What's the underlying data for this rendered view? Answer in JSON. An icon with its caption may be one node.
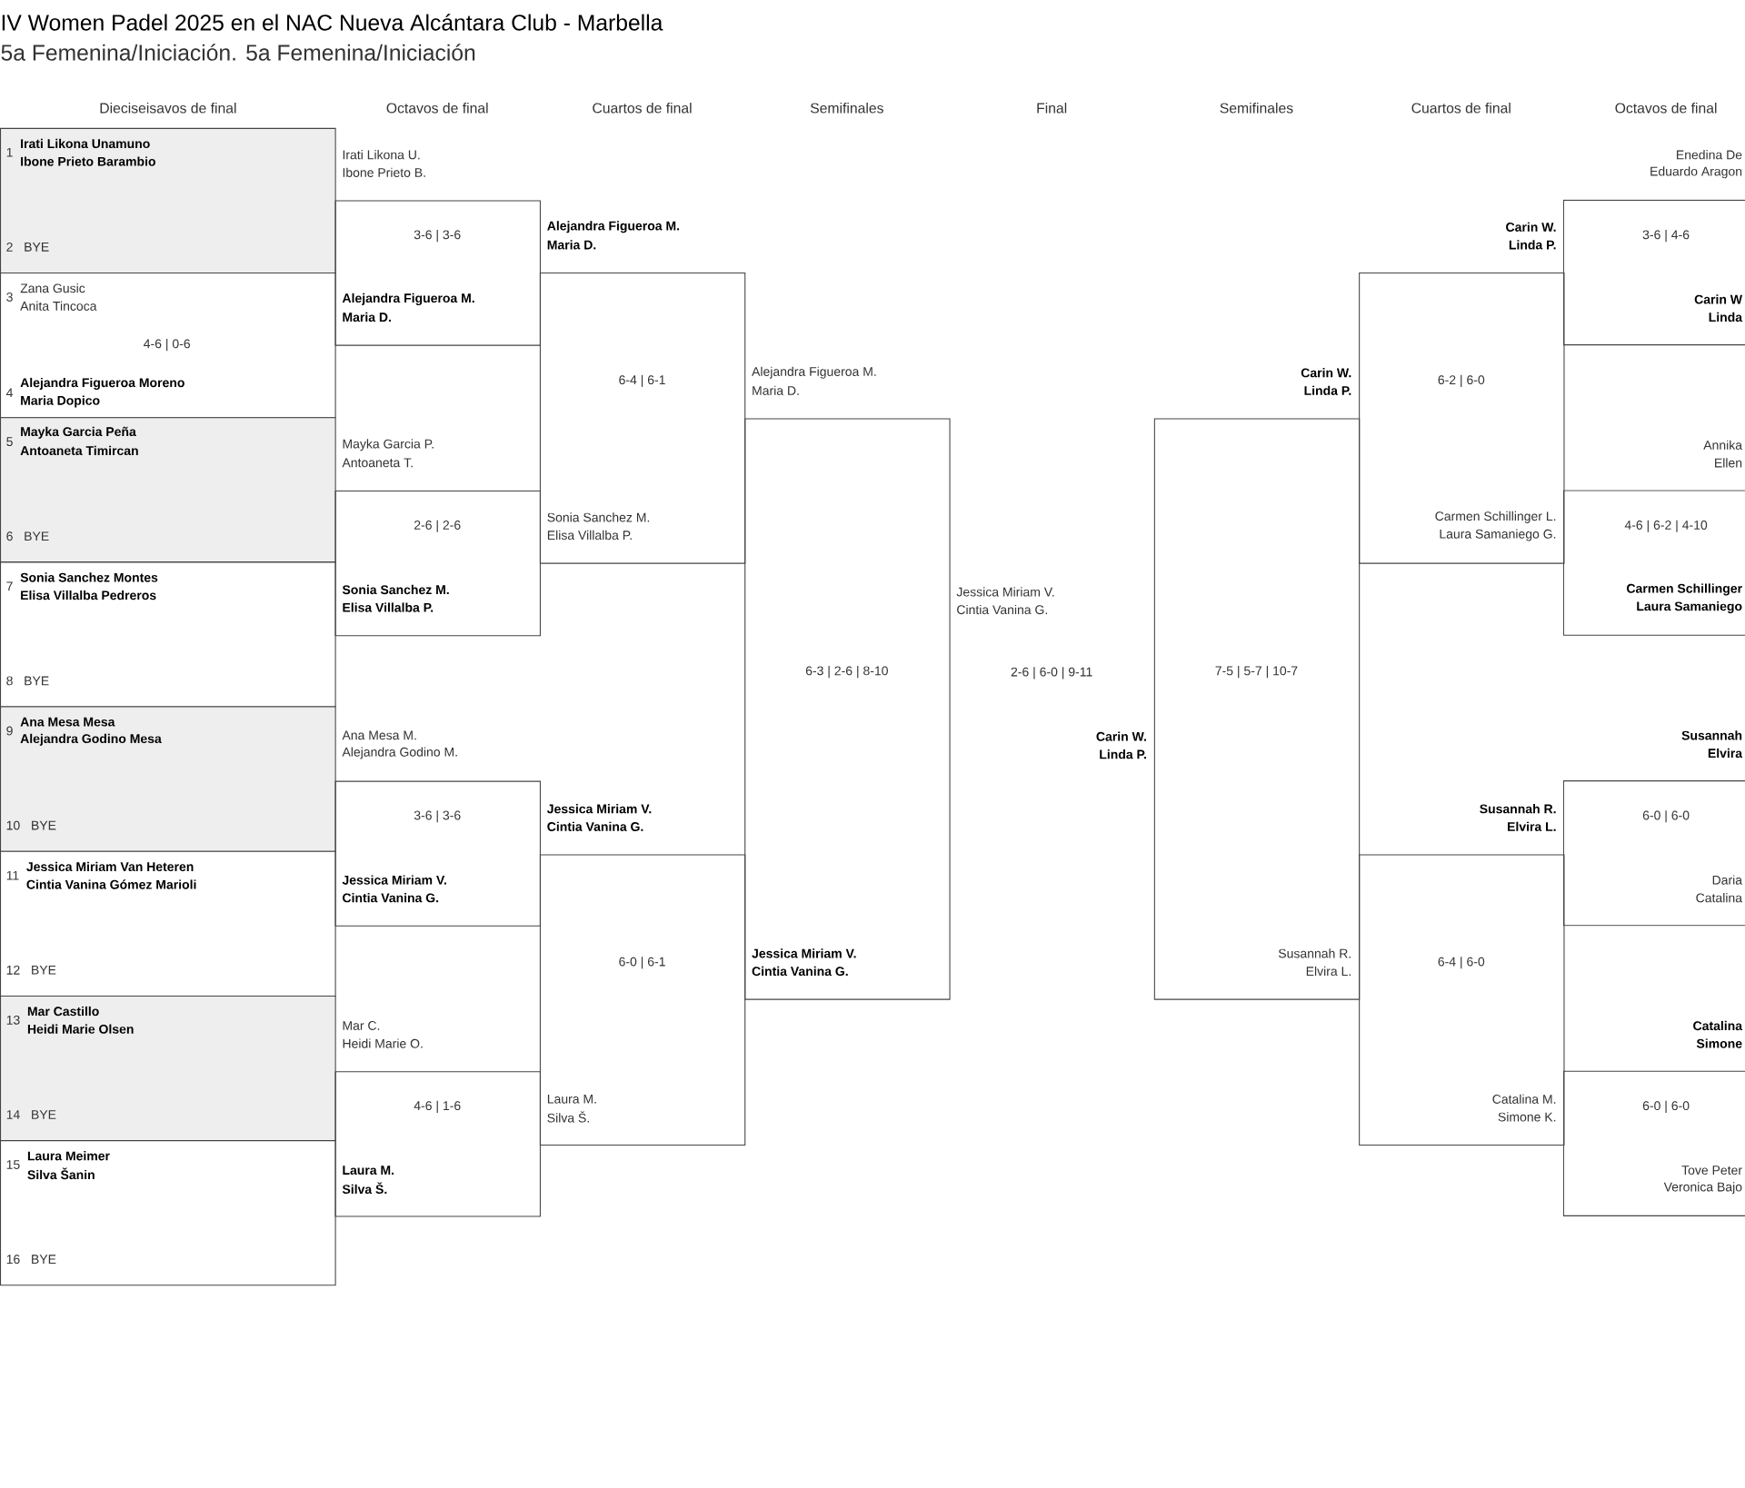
{
  "diagram": {
    "title": "IV Women Padel 2025 en el NAC Nueva Alcántara Club - Marbella",
    "nodes": [
      {
        "text": [
          "1",
          "Irati Likona Unamuno",
          "Ibone Prieto Barambio",
          "2",
          "BYE"
        ]
      },
      {
        "text": [
          "3",
          "Zana Gusic",
          "Anita Tincoca",
          "4-6 | 0-6",
          "4",
          "Alejandra Figueroa Moreno",
          "Maria Dopico"
        ]
      },
      {
        "text": [
          "5",
          "Mayka Garcia Peña",
          "Antoaneta Timircan",
          "6",
          "BYE"
        ]
      },
      {
        "text": [
          "7",
          "Sonia Sanchez Montes",
          "Elisa Villalba Pedreros",
          "8",
          "BYE"
        ]
      },
      {
        "text": [
          "9",
          "Ana Mesa Mesa",
          "Alejandra Godino Mesa",
          "10",
          "BYE"
        ]
      },
      {
        "text": [
          "11",
          "Jessica Miriam Van Heteren",
          "Cintia Vanina Gómez Marioli",
          "12",
          "BYE"
        ]
      },
      {
        "text": [
          "13",
          "Mar Castillo",
          "Heidi Marie Olsen",
          "14",
          "BYE"
        ]
      },
      {
        "text": [
          "15",
          "Laura Meimer",
          "Silva Šanin",
          "16",
          "BYE"
        ]
      },
      {
        "text": [
          "3-6 | 3-6",
          "Alejandra Figueroa M.",
          "Maria D."
        ],
        "beside": [
          "Irati Likona U.",
          "Ibone Prieto B."
        ]
      },
      {
        "text": [
          "2-6 | 2-6",
          "Sonia Sanchez M.",
          "Elisa Villalba P."
        ],
        "beside": [
          "Mayka Garcia P.",
          "Antoaneta T."
        ]
      },
      {
        "text": [
          "3-6 | 3-6",
          "Jessica Miriam V.",
          "Cintia Vanina G."
        ],
        "beside": [
          "Ana Mesa M.",
          "Alejandra Godino M."
        ]
      },
      {
        "text": [
          "4-6 | 1-6",
          "Laura M.",
          "Silva Š."
        ],
        "beside": [
          "Mar C.",
          "Heidi Marie O."
        ]
      },
      {
        "text": [
          "6-4 | 6-1",
          "Sonia Sanchez M.",
          "Elisa Villalba P."
        ],
        "beside": [
          "Alejandra Figueroa M.",
          "Maria D."
        ]
      },
      {
        "text": [
          "6-0 | 6-1",
          "Laura M.",
          "Silva Š."
        ],
        "beside": [
          "Jessica Miriam V.",
          "Cintia Vanina G."
        ]
      },
      {
        "text": [
          "6-3 | 2-6 | 8-10",
          "Jessica Miriam V.",
          "Cintia Vanina G."
        ],
        "beside": [
          "Alejandra Figueroa M.",
          "Maria D."
        ]
      },
      {
        "text": [
          "7-5 | 5-7 | 10-7",
          "Susannah R.",
          "Elvira L."
        ],
        "beside": [
          "Carin W.",
          "Linda P."
        ]
      },
      {
        "text": [
          "6-2 | 6-0",
          "Carmen Schillinger L.",
          "Laura Samaniego G."
        ],
        "beside": [
          "Carin W.",
          "Linda P."
        ]
      },
      {
        "text": [
          "6-4 | 6-0",
          "Catalina M.",
          "Simone K."
        ],
        "beside": [
          "Susannah R.",
          "Elvira L."
        ]
      },
      {
        "text": [
          "3-6 | 4-6",
          "Carin W",
          "Linda"
        ],
        "beside": [
          "Enedina De",
          "Eduardo Aragon"
        ]
      },
      {
        "text": [
          "4-6 | 6-2 | 4-10",
          "Carmen Schillinger",
          "Laura Samaniego"
        ],
        "beside": [
          "Annika",
          "Ellen"
        ]
      },
      {
        "text": [
          "6-0 | 6-0",
          "Daria",
          "Catalina"
        ],
        "beside": [
          "Susannah",
          "Elvira"
        ]
      },
      {
        "text": [
          "6-0 | 6-0",
          "Tove Peter",
          "Veronica Bajo"
        ],
        "beside": [
          "Catalina",
          "Simone"
        ]
      }
    ],
    "labels": [
      "5a Femenina/Iniciación. 5a Femenina/Iniciación",
      "Dieciseisavos de final",
      "Octavos de final",
      "Cuartos de final",
      "Semifinales",
      "Final",
      "Semifinales",
      "Cuartos de final",
      "Octavos de final",
      "Jessica Miriam V.",
      "Cintia Vanina G.",
      "2-6 | 6-0 | 9-11",
      "Carin W.",
      "Linda P."
    ]
  }
}
